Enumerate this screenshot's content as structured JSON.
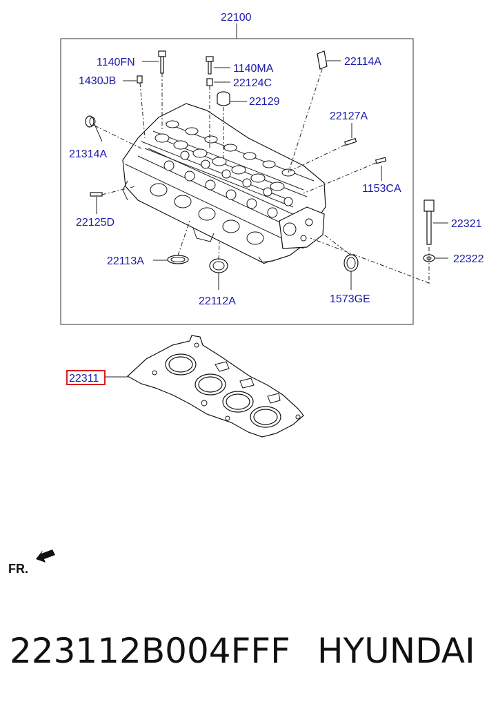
{
  "diagram": {
    "box_label": "22100",
    "labels": {
      "p1140FN": "1140FN",
      "p1430JB": "1430JB",
      "p1140MA": "1140MA",
      "p22124C": "22124C",
      "p22114A": "22114A",
      "p22129": "22129",
      "p22127A": "22127A",
      "p21314A": "21314A",
      "p1153CA": "1153CA",
      "p22125D": "22125D",
      "p22321": "22321",
      "p22322": "22322",
      "p22113A": "22113A",
      "p22112A": "22112A",
      "p1573GE": "1573GE",
      "p22311": "22311"
    },
    "highlight_color": "#d81c1c",
    "label_color": "#1a1aa8",
    "fr_label": "FR."
  },
  "footer": {
    "part_number": "223112B004FFF",
    "brand": "HYUNDAI"
  }
}
